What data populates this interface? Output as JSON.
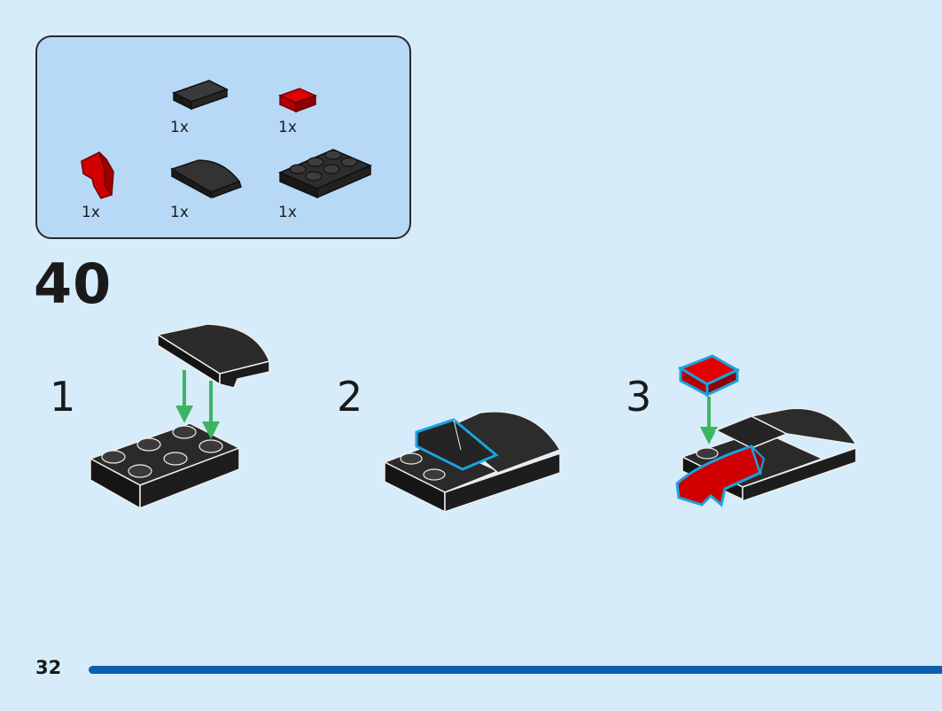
{
  "parts_box": {
    "parts": [
      {
        "name": "black-tile-1x2",
        "qty": "1x"
      },
      {
        "name": "red-tile-1x1",
        "qty": "1x"
      },
      {
        "name": "red-curved-wedge",
        "qty": "1x"
      },
      {
        "name": "black-curved-slope",
        "qty": "1x"
      },
      {
        "name": "black-plate-2x3",
        "qty": "1x"
      }
    ]
  },
  "step": {
    "number": "40"
  },
  "substeps": [
    {
      "number": "1"
    },
    {
      "number": "2"
    },
    {
      "number": "3"
    }
  ],
  "footer": {
    "page_number": "32"
  },
  "colors": {
    "background": "#d6ecfa",
    "parts_box": "#b7d9f5",
    "brick_black": "#1e1e1e",
    "brick_red": "#d10000",
    "highlight": "#1aa3e0",
    "arrow": "#3cb563",
    "progress_bar": "#0d5fad"
  }
}
